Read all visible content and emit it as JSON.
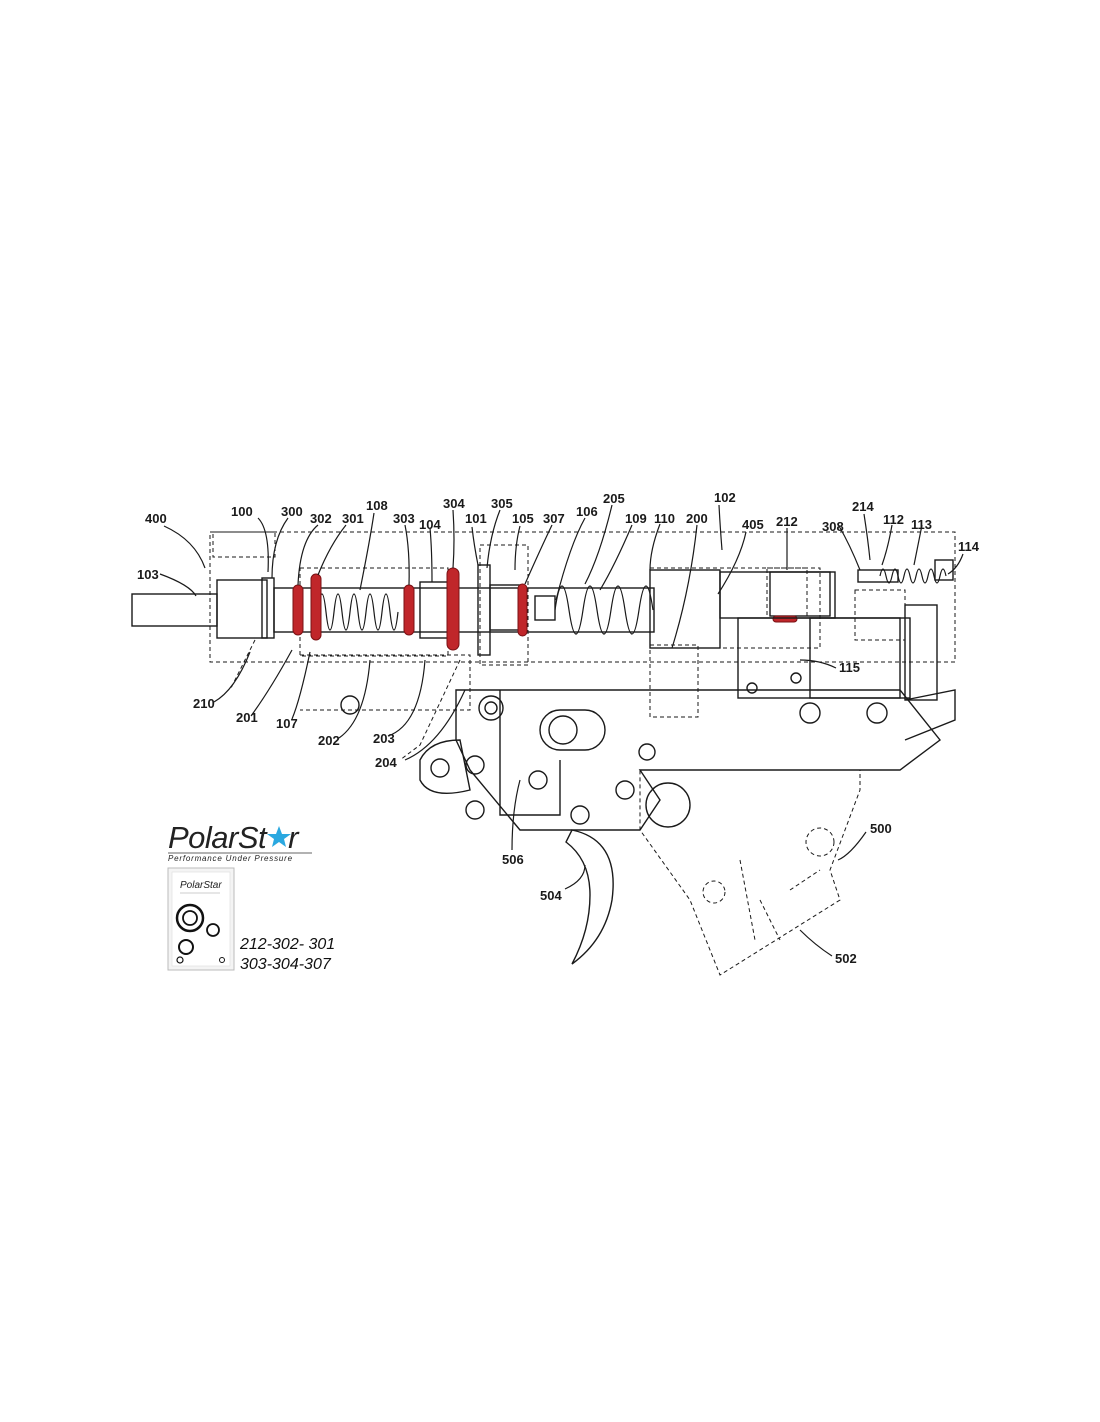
{
  "callouts": [
    {
      "id": "c400",
      "text": "400"
    },
    {
      "id": "c100",
      "text": "100"
    },
    {
      "id": "c300",
      "text": "300"
    },
    {
      "id": "c302",
      "text": "302"
    },
    {
      "id": "c301",
      "text": "301"
    },
    {
      "id": "c108",
      "text": "108"
    },
    {
      "id": "c303",
      "text": "303"
    },
    {
      "id": "c104",
      "text": "104"
    },
    {
      "id": "c304",
      "text": "304"
    },
    {
      "id": "c101",
      "text": "101"
    },
    {
      "id": "c305",
      "text": "305"
    },
    {
      "id": "c105",
      "text": "105"
    },
    {
      "id": "c307",
      "text": "307"
    },
    {
      "id": "c106",
      "text": "106"
    },
    {
      "id": "c205",
      "text": "205"
    },
    {
      "id": "c109",
      "text": "109"
    },
    {
      "id": "c110",
      "text": "110"
    },
    {
      "id": "c200",
      "text": "200"
    },
    {
      "id": "c102",
      "text": "102"
    },
    {
      "id": "c405",
      "text": "405"
    },
    {
      "id": "c212",
      "text": "212"
    },
    {
      "id": "c308",
      "text": "308"
    },
    {
      "id": "c214",
      "text": "214"
    },
    {
      "id": "c112",
      "text": "112"
    },
    {
      "id": "c113",
      "text": "113"
    },
    {
      "id": "c114",
      "text": "114"
    },
    {
      "id": "c103",
      "text": "103"
    },
    {
      "id": "c210",
      "text": "210"
    },
    {
      "id": "c201",
      "text": "201"
    },
    {
      "id": "c107",
      "text": "107"
    },
    {
      "id": "c202",
      "text": "202"
    },
    {
      "id": "c203",
      "text": "203"
    },
    {
      "id": "c204",
      "text": "204"
    },
    {
      "id": "c115",
      "text": "115"
    },
    {
      "id": "c506",
      "text": "506"
    },
    {
      "id": "c500",
      "text": "500"
    },
    {
      "id": "c504",
      "text": "504"
    },
    {
      "id": "c502",
      "text": "502"
    }
  ],
  "brand": {
    "name": "PolarSt",
    "name_tail": "r",
    "tagline": "Performance Under Pressure",
    "star_color": "#2aa8e0",
    "package_label": "PolarStar"
  },
  "kit": {
    "line1": "212-302- 301",
    "line2": "303-304-307"
  },
  "colors": {
    "oring": "#c0262a",
    "linework": "#1a1a1a"
  }
}
